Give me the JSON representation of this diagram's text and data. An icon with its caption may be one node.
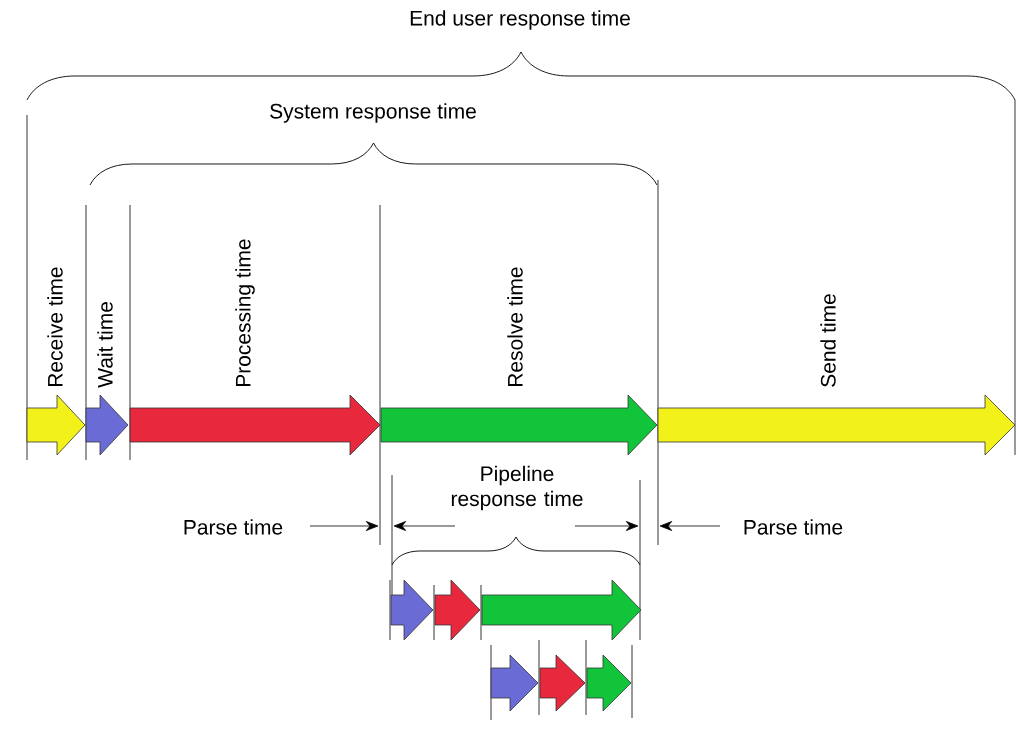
{
  "diagram": {
    "title": "End user response time",
    "labels": [
      "System response time",
      "Receive time",
      "Wait time",
      "Processing time",
      "Resolve time",
      "Send time",
      "Pipeline response time",
      "Parse time",
      "Parse time"
    ]
  }
}
